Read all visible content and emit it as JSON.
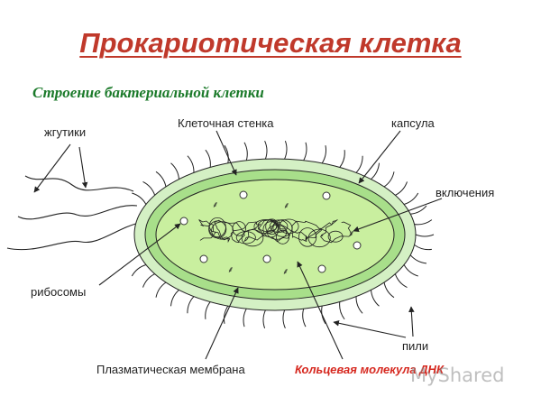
{
  "title": "Прокариотическая клетка",
  "subtitle": "Строение бактериальной клетки",
  "labels": {
    "flagella": "жгутики",
    "cell_wall": "Клеточная стенка",
    "capsule": "капсула",
    "inclusions": "включения",
    "ribosomes": "рибосомы",
    "pili": "пили",
    "plasma_membrane": "Плазматическая мембрана",
    "dna": "Кольцевая молекула ДНК"
  },
  "watermark": "MyShared",
  "colors": {
    "title": "#c0392b",
    "subtitle": "#1b7a2a",
    "dna_label": "#d6281f",
    "capsule_fill": "#d4f0c4",
    "cytoplasm_fill": "#b9e89a",
    "outline": "#222222"
  }
}
